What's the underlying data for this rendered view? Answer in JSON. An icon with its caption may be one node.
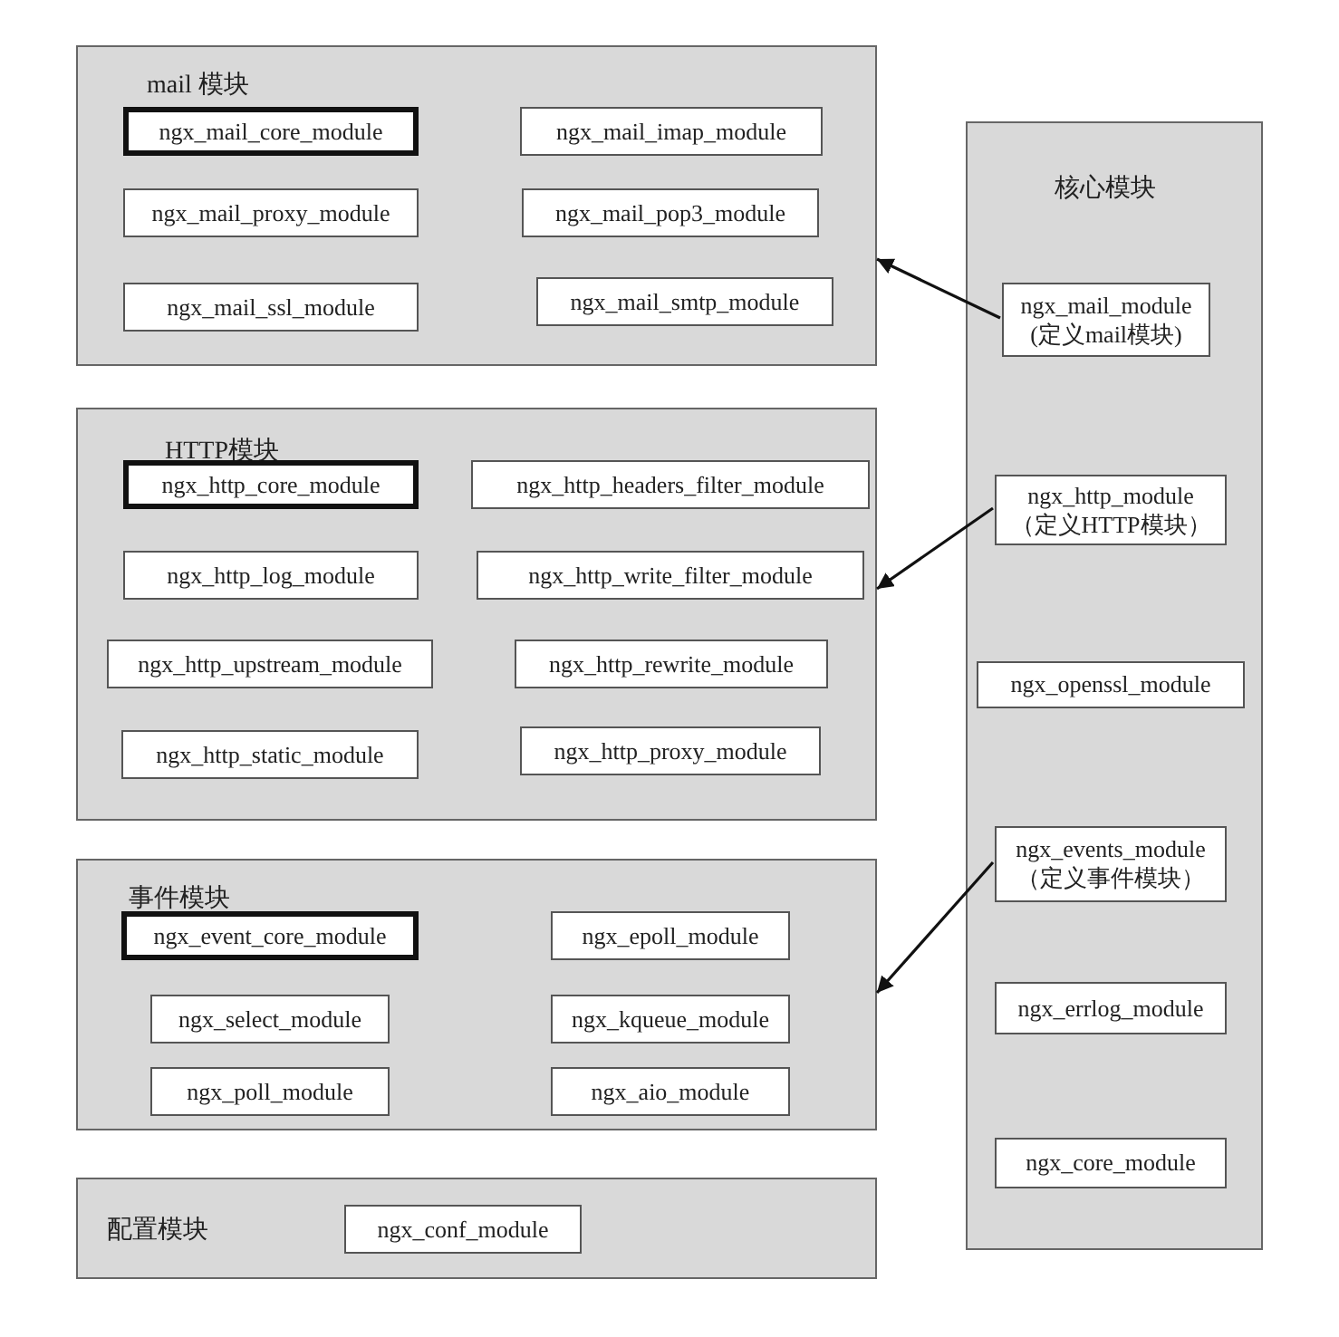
{
  "diagram": {
    "nodes": [
      {
        "text": [
          "mail 模块"
        ]
      },
      {
        "text": [
          "ngx_mail_core_module"
        ],
        "in": 0
      },
      {
        "text": [
          "ngx_mail_imap_module"
        ],
        "in": 0
      },
      {
        "text": [
          "ngx_mail_proxy_module"
        ],
        "in": 0
      },
      {
        "text": [
          "ngx_mail_pop3_module"
        ],
        "in": 0
      },
      {
        "text": [
          "ngx_mail_ssl_module"
        ],
        "in": 0
      },
      {
        "text": [
          "ngx_mail_smtp_module"
        ],
        "in": 0
      },
      {
        "text": [
          "HTTP模块"
        ]
      },
      {
        "text": [
          "ngx_http_core_module"
        ],
        "in": 7
      },
      {
        "text": [
          "ngx_http_headers_filter_module"
        ],
        "in": 7
      },
      {
        "text": [
          "ngx_http_log_module"
        ],
        "in": 7
      },
      {
        "text": [
          "ngx_http_write_filter_module"
        ],
        "in": 7
      },
      {
        "text": [
          "ngx_http_upstream_module"
        ],
        "in": 7
      },
      {
        "text": [
          "ngx_http_rewrite_module"
        ],
        "in": 7
      },
      {
        "text": [
          "ngx_http_static_module"
        ],
        "in": 7
      },
      {
        "text": [
          "ngx_http_proxy_module"
        ],
        "in": 7
      },
      {
        "text": [
          "事件模块"
        ]
      },
      {
        "text": [
          "ngx_event_core_module"
        ],
        "in": 16
      },
      {
        "text": [
          "ngx_epoll_module"
        ],
        "in": 16
      },
      {
        "text": [
          "ngx_select_module"
        ],
        "in": 16
      },
      {
        "text": [
          "ngx_kqueue_module"
        ],
        "in": 16
      },
      {
        "text": [
          "ngx_poll_module"
        ],
        "in": 16
      },
      {
        "text": [
          "ngx_aio_module"
        ],
        "in": 16
      },
      {
        "text": [
          "配置模块"
        ]
      },
      {
        "text": [
          "ngx_conf_module"
        ],
        "in": 23
      },
      {
        "text": [
          "核心模块"
        ]
      },
      {
        "text": [
          "ngx_mail_module (定义mail模块)"
        ],
        "in": 25
      },
      {
        "text": [
          "ngx_http_module （定义HTTP模块）"
        ],
        "in": 25
      },
      {
        "text": [
          "ngx_openssl_module"
        ],
        "in": 25
      },
      {
        "text": [
          "ngx_events_module （定义事件模块）"
        ],
        "in": 25
      },
      {
        "text": [
          "ngx_errlog_module"
        ],
        "in": 25
      },
      {
        "text": [
          "ngx_core_module"
        ],
        "in": 25
      }
    ],
    "edges": [
      {
        "from": 26,
        "to": 0,
        "arrow": "to"
      },
      {
        "from": 27,
        "to": 7,
        "arrow": "to"
      },
      {
        "from": 29,
        "to": 16,
        "arrow": "to"
      }
    ]
  }
}
